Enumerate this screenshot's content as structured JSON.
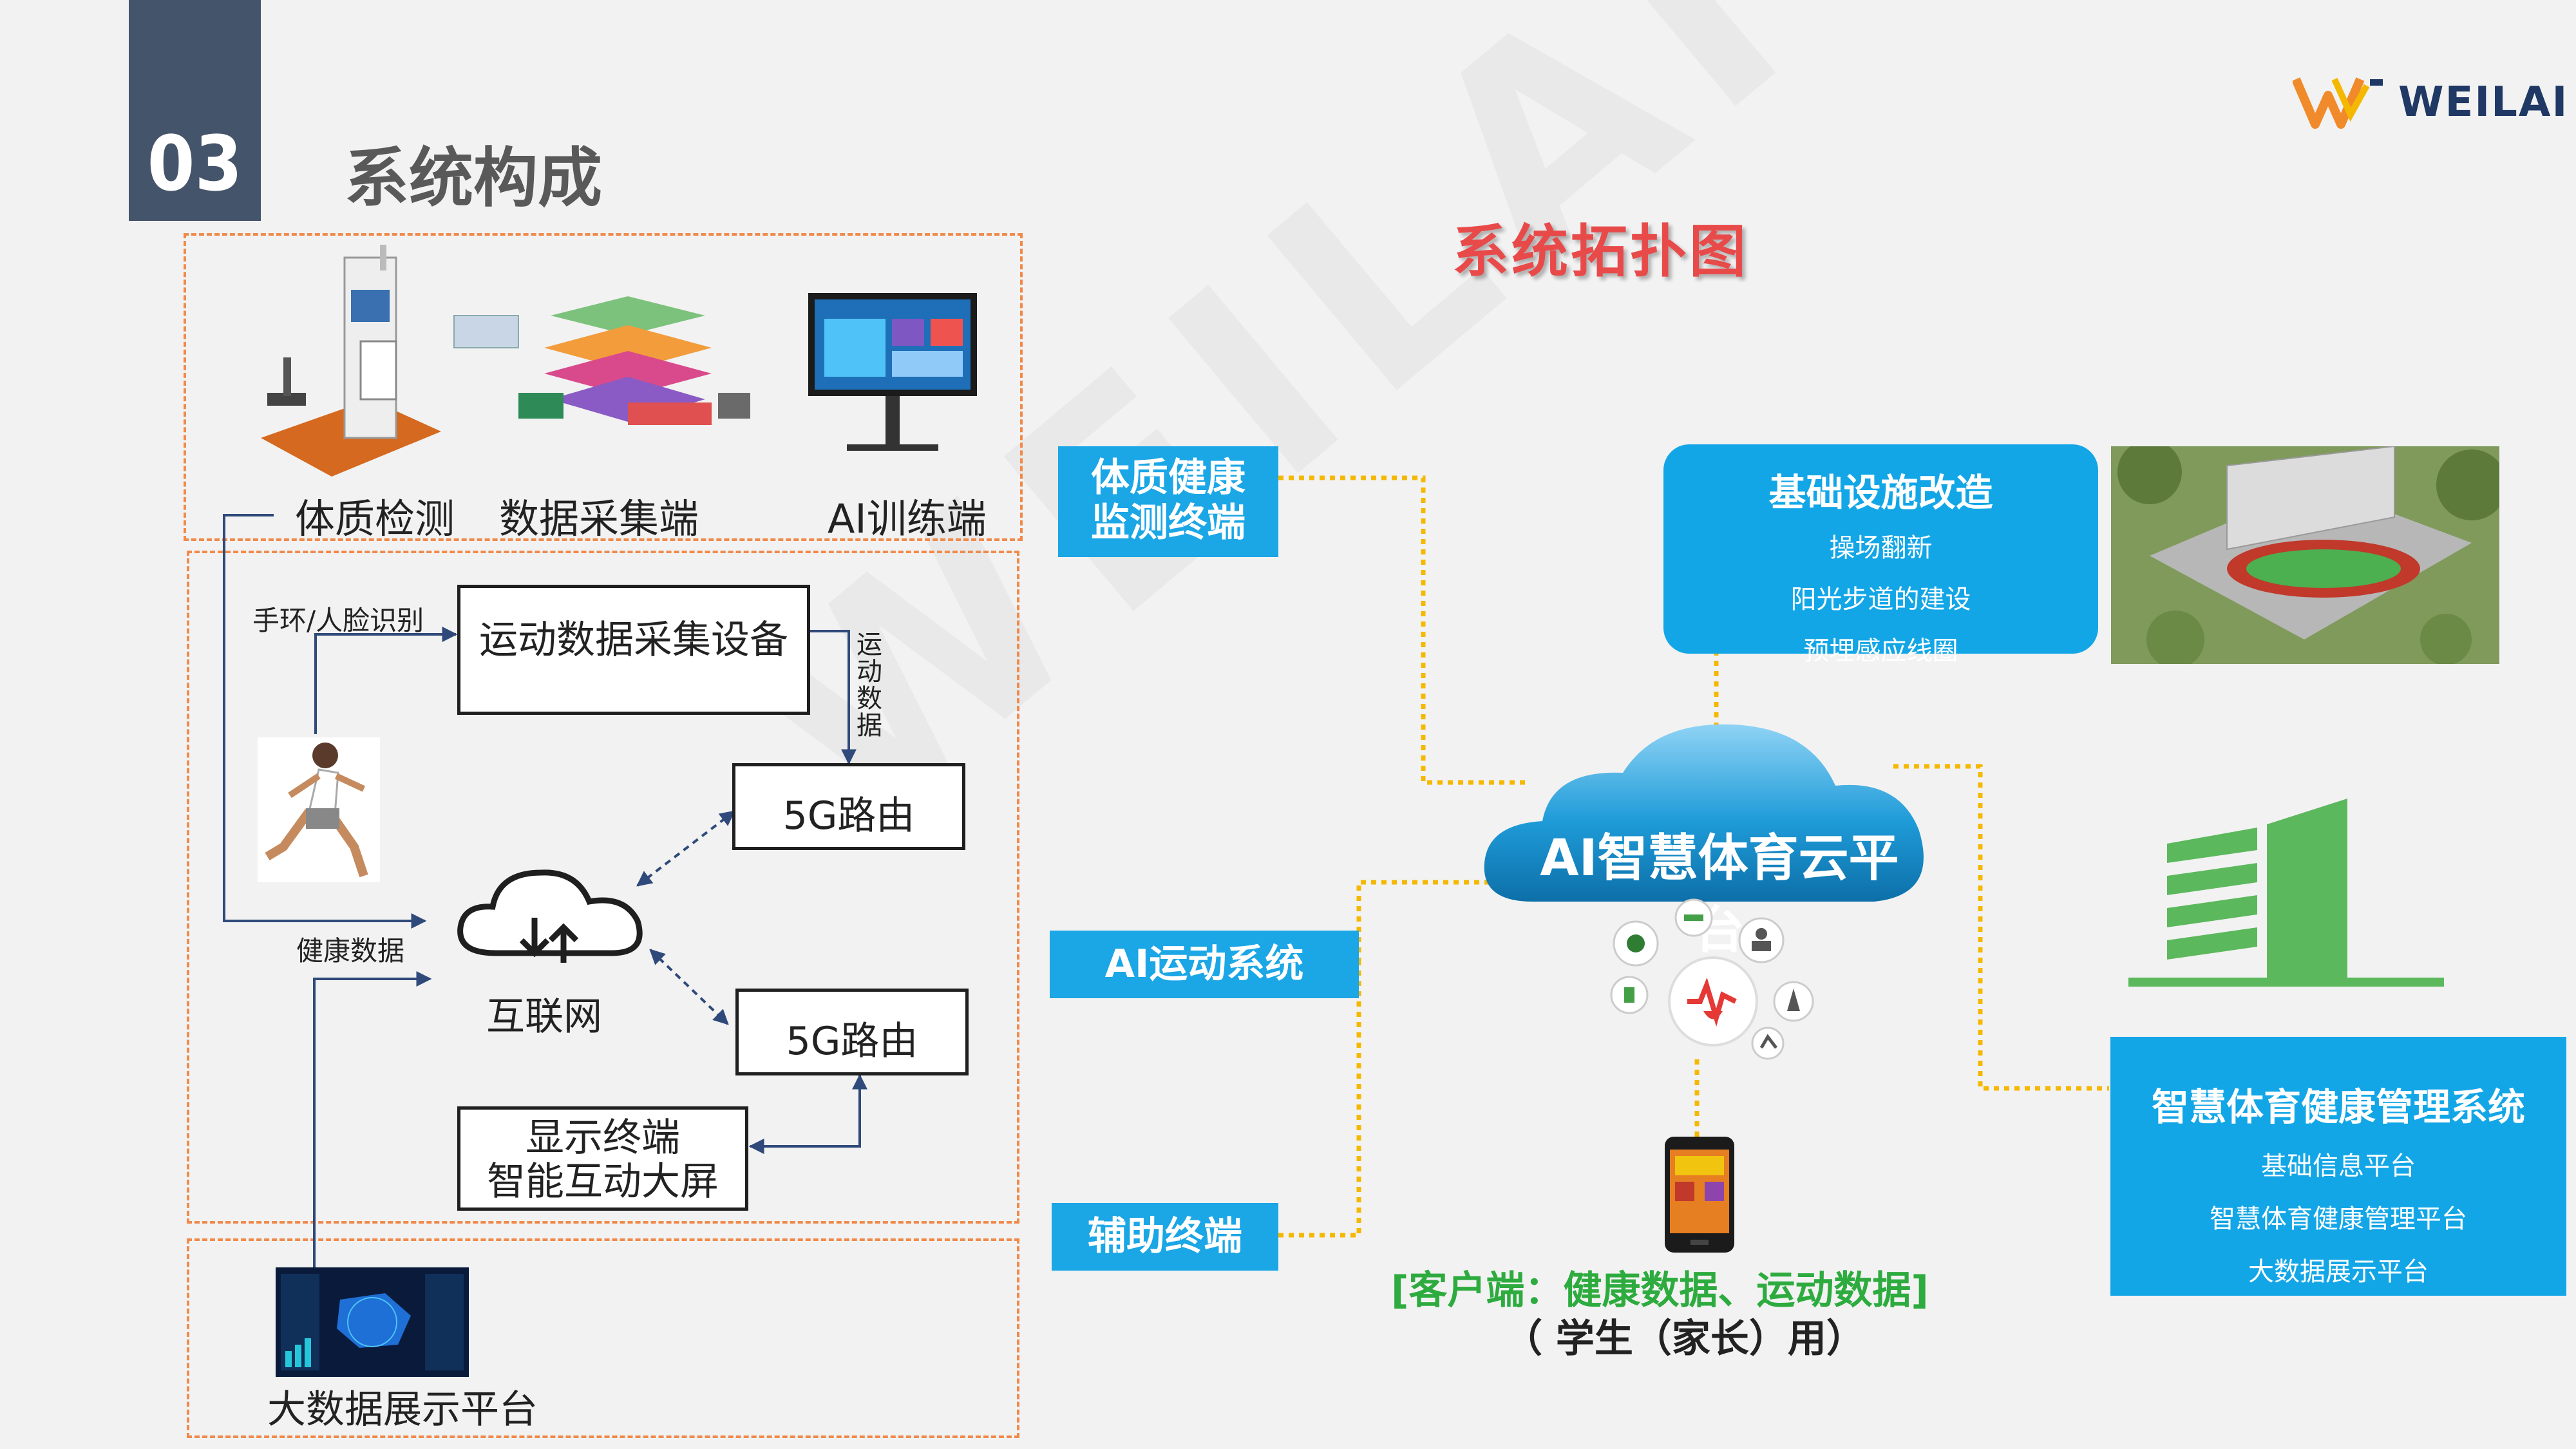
{
  "header": {
    "section_number": "03",
    "title": "系统构成"
  },
  "logo": {
    "brand": "WEILAI"
  },
  "watermark": {
    "text": "WEILAI"
  },
  "topology": {
    "title": "系统拓扑图"
  },
  "left_panel": {
    "devices": {
      "fitness_test": "体质检测",
      "data_collection": "数据采集端",
      "ai_training": "AI训练端"
    },
    "wristband_label": "手环/人脸识别",
    "collector_box": "运动数据采集设备",
    "motion_data_label": "运动数据",
    "router_top": "5G路由",
    "router_bottom": "5G路由",
    "internet_label": "互联网",
    "health_data_label": "健康数据",
    "display_box": {
      "line1": "显示终端",
      "line2": "智能互动大屏"
    },
    "bigdata_platform": "大数据展示平台"
  },
  "right_panel": {
    "label_fitness_terminal": {
      "line1": "体质健康",
      "line2": "监测终端"
    },
    "label_ai_sports": "AI运动系统",
    "label_aux_terminal": "辅助终端",
    "cloud_title": "AI智慧体育云平台",
    "infrastructure": {
      "title": "基础设施改造",
      "items": [
        "操场翻新",
        "阳光步道的建设",
        "预埋感应线圈"
      ]
    },
    "management": {
      "title": "智慧体育健康管理系统",
      "items": [
        "基础信息平台",
        "智慧体育健康管理平台",
        "大数据展示平台"
      ]
    },
    "client": {
      "line1": "[客户端：健康数据、运动数据]",
      "line2": "（ 学生（家长）用）"
    }
  },
  "colors": {
    "accent_blue": "#1ba6e6",
    "badge": "#44546a",
    "dashed_orange": "#f08a4b",
    "connector_yellow": "#f5b800",
    "client_green": "#2eab3f",
    "building_green": "#5cb85c",
    "topo_title_red": "#e84a4a"
  }
}
